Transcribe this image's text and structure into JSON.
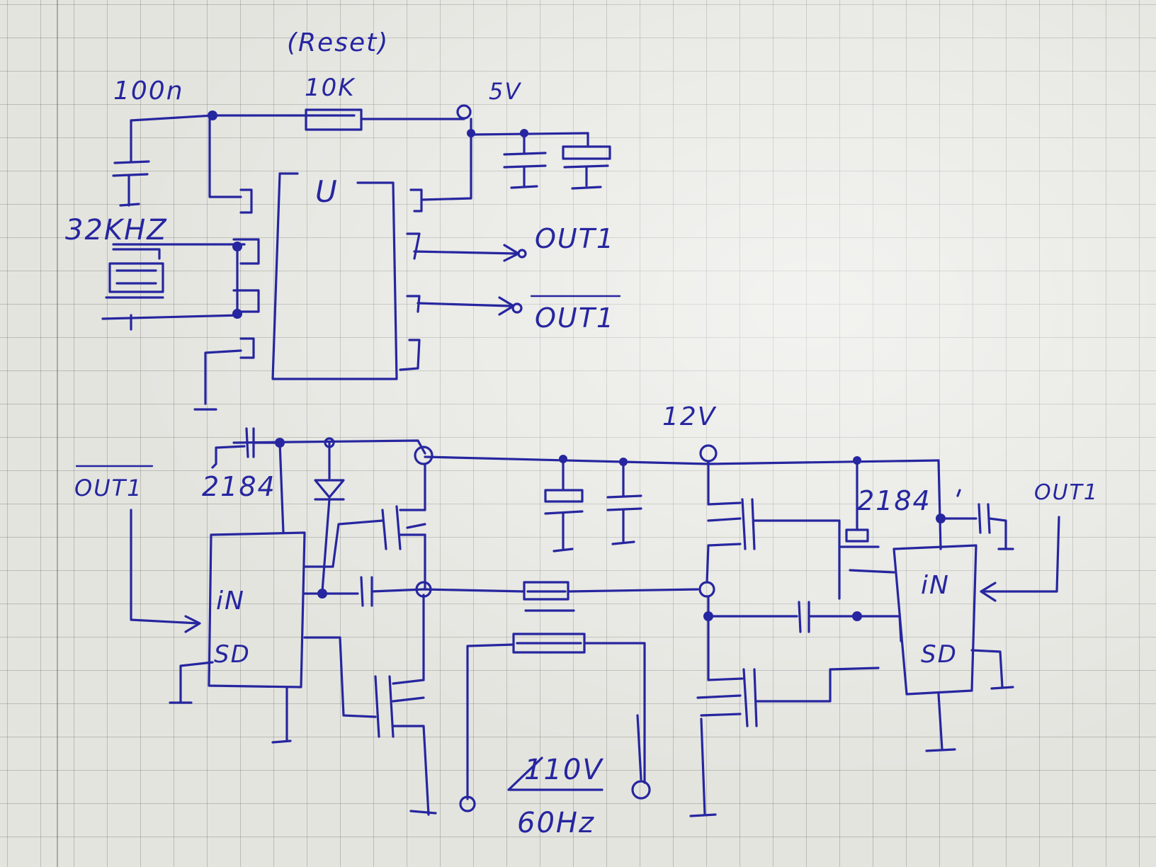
{
  "labels": {
    "reset": "(Reset)",
    "r_10k": "10K",
    "c_100n": "100n",
    "v_5": "5V",
    "xtal": "32KHZ",
    "chip_mark": "U",
    "out1_top": "OUT1",
    "out1bar_top": "OUT1",
    "v_12": "12V",
    "ic_left_code": "2184",
    "ic_right_code": "2184",
    "out1bar_left": "OUT1",
    "out1_right": "OUT1",
    "pin_in_left": "iN",
    "pin_sd_left": "SD",
    "pin_in_right": "iN",
    "pin_sd_right": "SD",
    "mains_v": "110V",
    "mains_f": "60Hz"
  },
  "colors": {
    "ink": "#2626a0",
    "paper": "#e4e4df",
    "grid": "#8a8a8a"
  }
}
